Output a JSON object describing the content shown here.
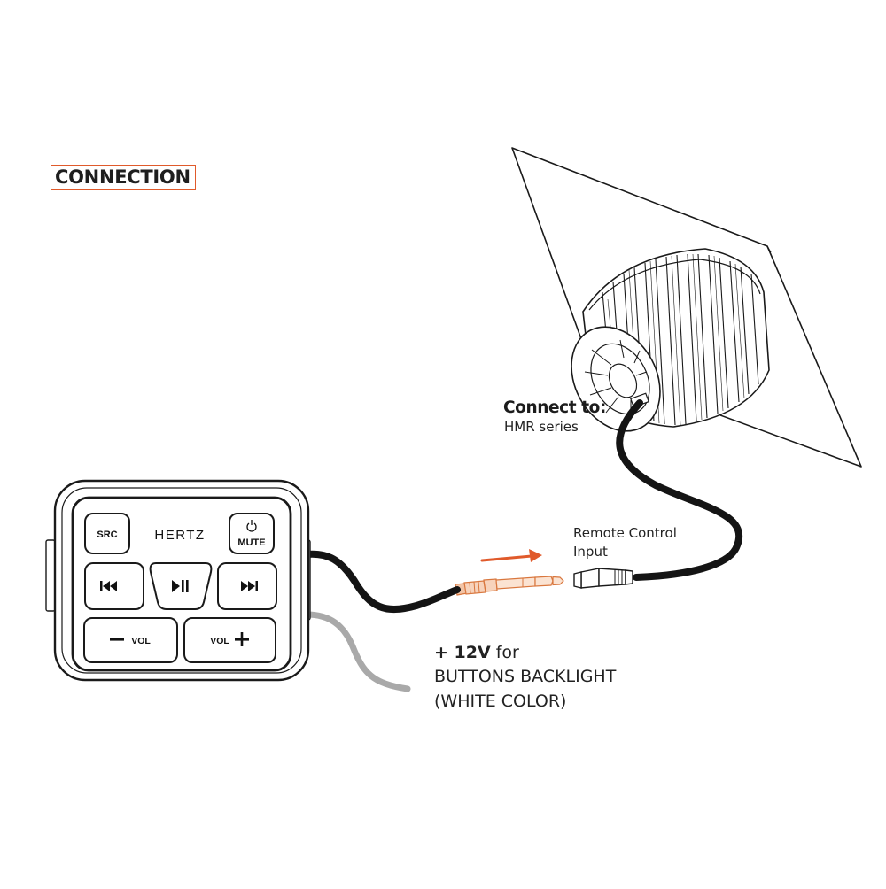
{
  "section_title": "CONNECTION",
  "connect_to": {
    "heading": "Connect to:",
    "sub": "HMR series"
  },
  "remote_input": {
    "line1": "Remote Control",
    "line2": "Input"
  },
  "backlight_note": {
    "voltage": "+ 12V",
    "word_for": "for",
    "line2": "BUTTONS BACKLIGHT",
    "line3": "(WHITE COLOR)"
  },
  "remote_unit": {
    "brand": "HERTZ",
    "buttons": {
      "src": "SRC",
      "mute": "MUTE",
      "vol_minus": "VOL",
      "vol_plus": "VOL"
    }
  },
  "colors": {
    "accent": "#e05a2b",
    "cable": "#141414",
    "backlight_wire": "#a9a9a9",
    "plug": "#e8956a"
  }
}
